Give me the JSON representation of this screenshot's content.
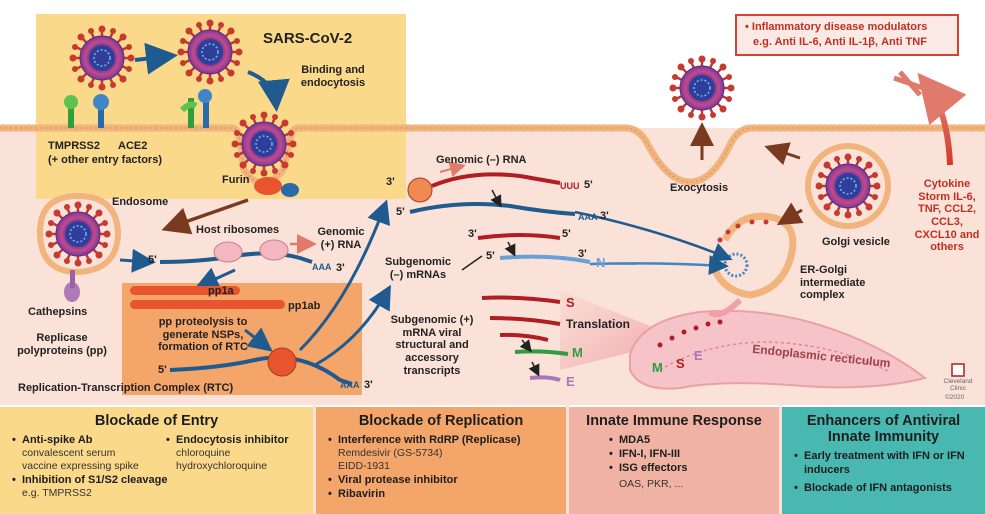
{
  "virus": {
    "name": "SARS-CoV-2"
  },
  "entry": {
    "binding": "Binding and endocytosis",
    "tmprss2": "TMPRSS2",
    "ace2": "ACE2",
    "other_factors": "(+ other entry factors)",
    "furin": "Furin",
    "endosome": "Endosome",
    "cathepsins": "Cathepsins"
  },
  "replication": {
    "host_ribosomes": "Host ribosomes",
    "genomic_plus_rna": "Genomic (+) RNA",
    "pp1a": "pp1a",
    "pp1ab": "pp1ab",
    "pp_proteolysis": "pp proteolysis to generate NSPs, formation of RTC",
    "replicase_pp": "Replicase polyproteins (pp)",
    "rtc": "Replication-Transcription Complex (RTC)",
    "genomic_minus_rna": "Genomic (–) RNA",
    "subgenomic_minus": "Subgenomic (–) mRNAs",
    "subgenomic_plus": "Subgenomic (+) mRNA viral structural and accessory transcripts",
    "translation": "Translation",
    "uuu": "UUU",
    "aaa": "AAA",
    "end3": "3'",
    "end5": "5'"
  },
  "proteins": {
    "S": "S",
    "N": "N",
    "M": "M",
    "E": "E"
  },
  "cell": {
    "exocytosis": "Exocytosis",
    "golgi_vesicle": "Golgi vesicle",
    "ergic": "ER-Golgi intermediate complex",
    "er": "Endoplasmic recticulum",
    "cytokine_storm": "Cytokine Storm IL-6, TNF, CCL2, CCL3, CXCL10 and others"
  },
  "modulators": {
    "line1": "• Inflammatory disease modulators",
    "line2": "e.g. Anti IL-6, Anti IL-1β, Anti TNF"
  },
  "logo": {
    "name": "Cleveland Clinic",
    "year": "©2020"
  },
  "panels": {
    "entry": {
      "title": "Blockade of Entry",
      "item1": "Anti-spike Ab",
      "item1_sub1": "convalescent serum",
      "item1_sub2": "vaccine expressing spike",
      "item2": "Endocytosis inhibitor",
      "item2_sub1": "chloroquine",
      "item2_sub2": "hydroxychloroquine",
      "item3": "Inhibition of S1/S2 cleavage",
      "item3_sub1": "e.g. TMPRSS2"
    },
    "replication": {
      "title": "Blockade of Replication",
      "item1": "Interference with RdRP (Replicase)",
      "item1_sub1": "Remdesivir (GS-5734)",
      "item1_sub2": "EIDD-1931",
      "item2": "Viral protease inhibitor",
      "item3": "Ribavirin"
    },
    "innate": {
      "title": "Innate Immune Response",
      "item1": "MDA5",
      "item2": "IFN-I, IFN-III",
      "item3": "ISG effectors",
      "item3_sub1": "OAS, PKR, ..."
    },
    "enhancers": {
      "title": "Enhancers of Antiviral Innate Immunity",
      "item1": "Early treatment with IFN or IFN inducers",
      "item2": "Blockade of IFN antagonists"
    }
  },
  "colors": {
    "entry_bg": "#fbd98a",
    "replication_bg": "#f4a56a",
    "innate_bg": "#f0b3a3",
    "enhancers_bg": "#48b8b0",
    "cytoplasm": "#fbe2d8",
    "rna_blue": "#1f5b8f",
    "rna_red": "#b01e24",
    "protein_green": "#2e9e3e",
    "protein_purple": "#a678b8"
  }
}
